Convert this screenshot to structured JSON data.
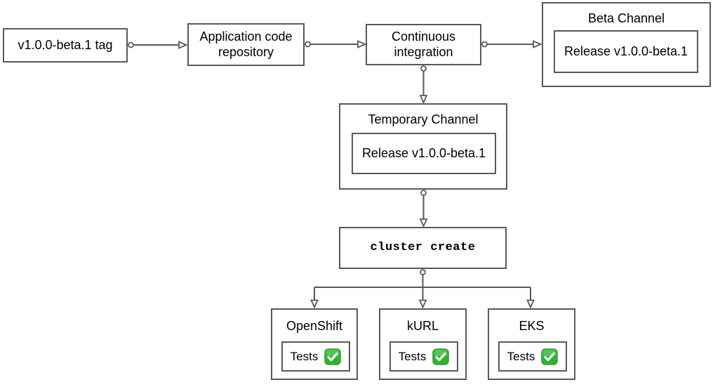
{
  "diagram": {
    "nodes": {
      "tag": {
        "label": "v1.0.0-beta.1 tag"
      },
      "app_repo": {
        "label": "Application code repository"
      },
      "ci": {
        "label": "Continuous integration"
      },
      "beta_channel": {
        "title": "Beta Channel",
        "release": "Release v1.0.0-beta.1"
      },
      "temp_channel": {
        "title": "Temporary Channel",
        "release": "Release v1.0.0-beta.1"
      },
      "cluster_create": {
        "label": "cluster create"
      }
    },
    "clusters": [
      {
        "title": "OpenShift",
        "tests_label": "Tests",
        "status_icon": "check-passed"
      },
      {
        "title": "kURL",
        "tests_label": "Tests",
        "status_icon": "check-passed"
      },
      {
        "title": "EKS",
        "tests_label": "Tests",
        "status_icon": "check-passed"
      }
    ],
    "colors": {
      "border": "#595959",
      "text": "#000000",
      "background": "#ffffff",
      "check_green": "#2db32f"
    }
  }
}
